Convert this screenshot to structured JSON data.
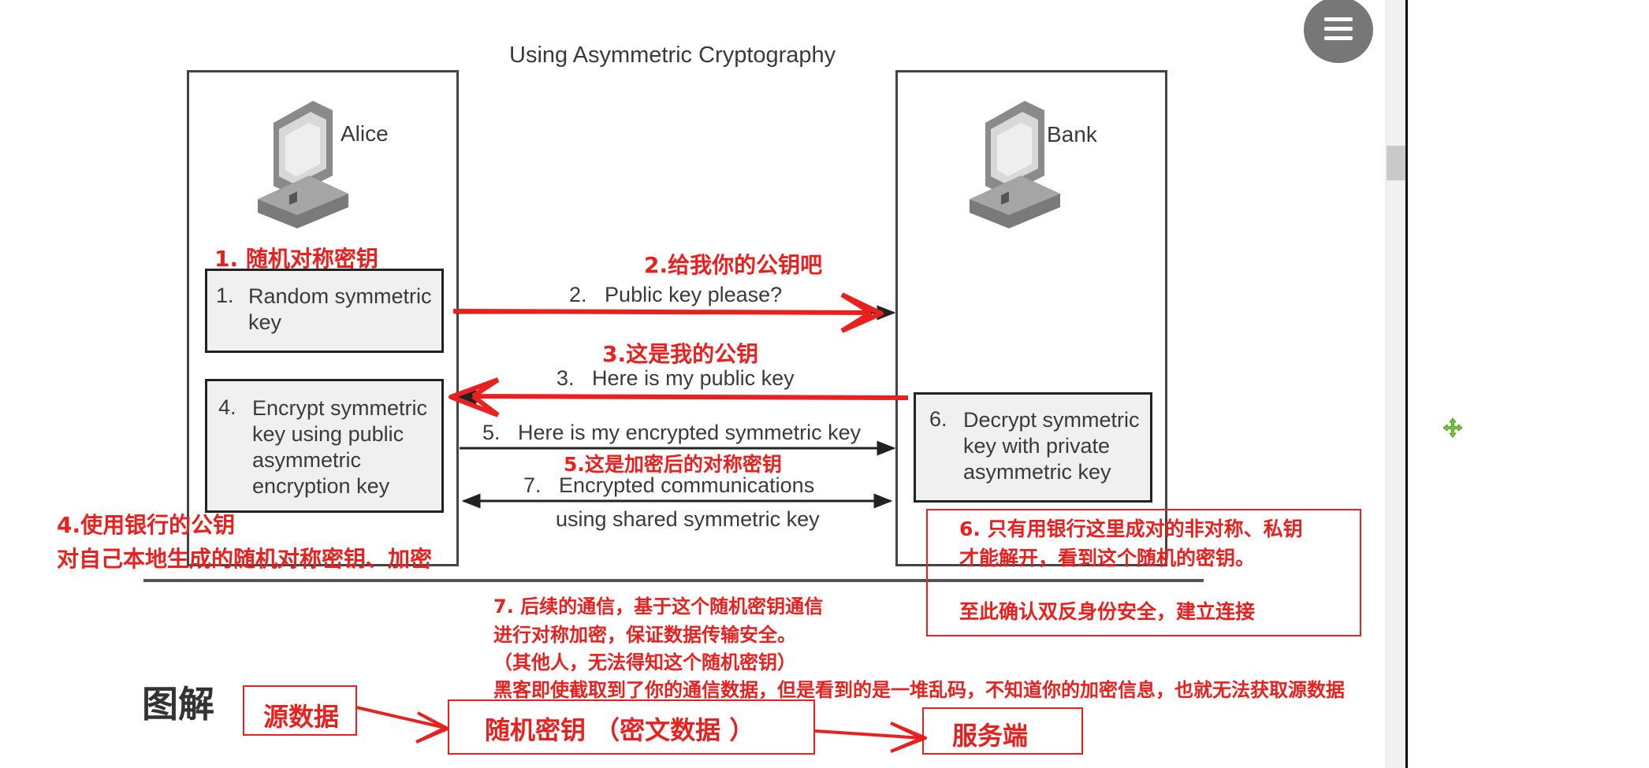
{
  "diagram": {
    "title": "Using Asymmetric Cryptography",
    "alice_label": "Alice",
    "bank_label": "Bank",
    "box1": {
      "num": "1.",
      "text": [
        "Random symmetric",
        "key"
      ]
    },
    "box4": {
      "num": "4.",
      "text": [
        "Encrypt symmetric",
        "key using public",
        "asymmetric",
        "encryption key"
      ]
    },
    "box6": {
      "num": "6.",
      "text": [
        "Decrypt symmetric",
        "key with private",
        "asymmetric key"
      ]
    },
    "msg2": {
      "num": "2.",
      "text": "Public key please?"
    },
    "msg3": {
      "num": "3.",
      "text": "Here is my public key"
    },
    "msg5": {
      "num": "5.",
      "text": "Here is my encrypted symmetric key"
    },
    "msg7": {
      "num": "7.",
      "line1": "Encrypted communications",
      "line2": "using shared symmetric key"
    }
  },
  "annotations": {
    "a1": "1. 随机对称密钥",
    "a2": "2.给我你的公钥吧",
    "a3": "3.这是我的公钥",
    "a5": "5.这是加密后的对称密钥",
    "a4": [
      "4.使用银行的公钥",
      "对自己本地生成的随机对称密钥、加密"
    ],
    "a6": [
      "6. 只有用银行这里成对的非对称、私钥",
      "才能解开，看到这个随机的密钥。",
      "",
      "至此确认双反身份安全，建立连接"
    ],
    "a7": [
      "7. 后续的通信，基于这个随机密钥通信",
      "进行对称加密，保证数据传输安全。",
      "（其他人，无法得知这个随机密钥）",
      "黑客即使截取到了你的通信数据，但是看到的是一堆乱码，不知道你的加密信息，也就无法获取源数据"
    ]
  },
  "flow": {
    "heading": "图解",
    "source": "源数据",
    "middle": "随机密钥 （密文数据 ）",
    "server": "服务端"
  },
  "colors": {
    "accent": "#e8211f",
    "figure_text": "#3a3a3a",
    "cursor": "#6fcf2f",
    "menu": "#777777"
  },
  "icons": {
    "menu": "hamburger-menu-icon",
    "cursor": "move-cursor-icon",
    "computer": "computer-icon"
  }
}
